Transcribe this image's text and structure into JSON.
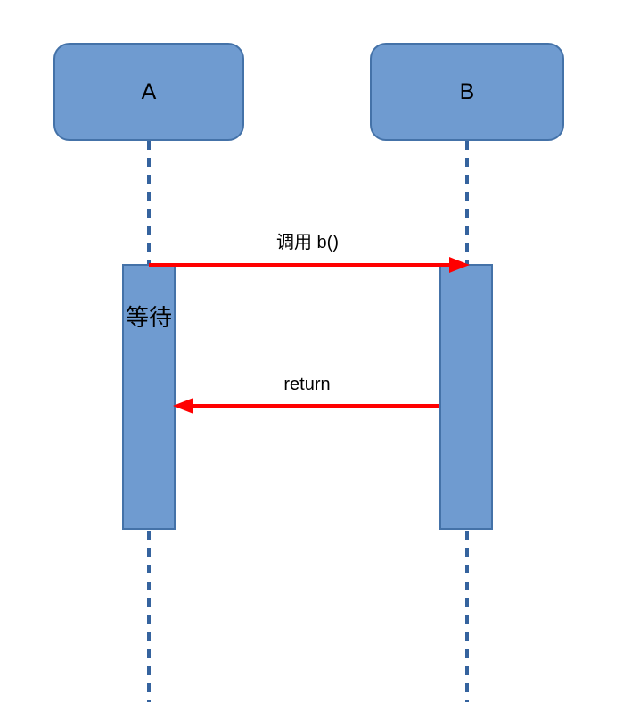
{
  "colors": {
    "shape-fill": "#6f9bd0",
    "shape-border": "#4472a8",
    "lifeline": "#35639e",
    "arrow": "#ff0000",
    "text": "#000000"
  },
  "diagram": {
    "type": "sequence-diagram",
    "participants": [
      {
        "label": "A"
      },
      {
        "label": "B"
      }
    ],
    "messages": [
      {
        "label": "调用 b()",
        "from": "A",
        "to": "B",
        "direction": "right"
      },
      {
        "label": "return",
        "from": "B",
        "to": "A",
        "direction": "left"
      }
    ],
    "activations": [
      {
        "participant": "A",
        "label": "等待"
      },
      {
        "participant": "B",
        "label": ""
      }
    ]
  }
}
